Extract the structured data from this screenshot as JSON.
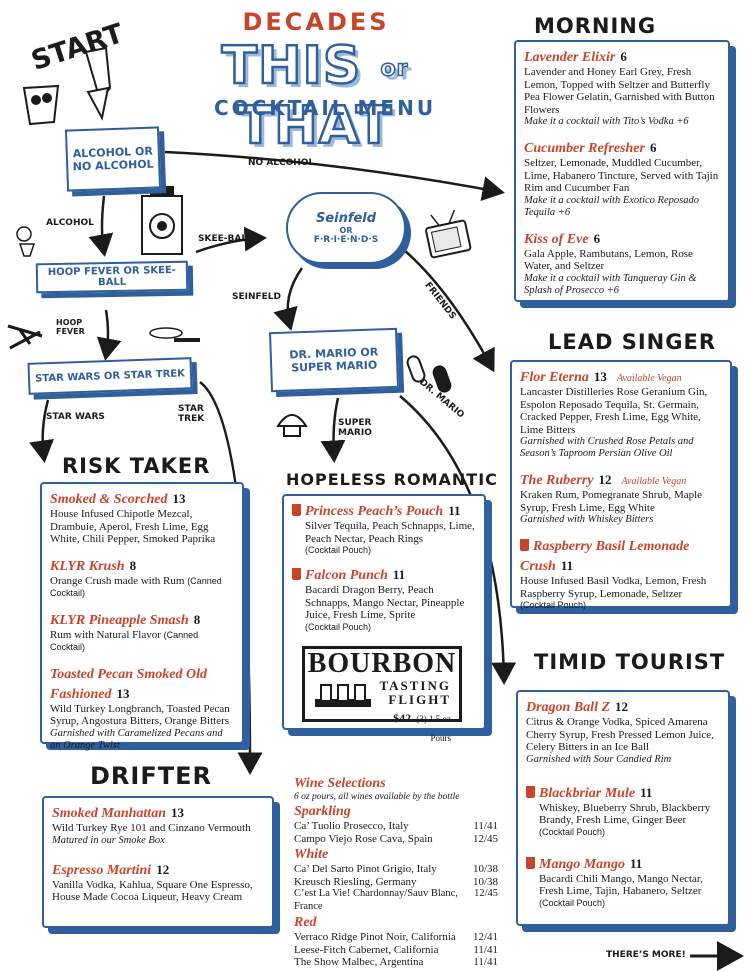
{
  "header": {
    "brand": "DECADES",
    "title_left": "THIS",
    "title_or": "or",
    "title_right": "THAT",
    "subtitle": "COCKTAIL MENU",
    "start": "START"
  },
  "flow": {
    "q1": "ALCOHOL OR NO ALCOHOL",
    "q2": "HOOP FEVER OR SKEE-BALL",
    "q3": "STAR WARS OR STAR TREK",
    "q4_line1": "Seinfeld",
    "q4_or": "OR",
    "q4_line2": "F·R·I·E·N·D·S",
    "q5": "DR. MARIO OR SUPER MARIO",
    "label_no_alcohol": "NO ALCOHOL",
    "label_alcohol": "ALCOHOL",
    "label_skee_ball": "SKEE-BALL",
    "label_hoop_fever": "HOOP FEVER",
    "label_star_wars": "STAR WARS",
    "label_star_trek": "STAR TREK",
    "label_seinfeld": "SEINFELD",
    "label_friends": "FRIENDS",
    "label_super_mario": "SUPER MARIO",
    "label_dr_mario": "DR. MARIO"
  },
  "morning": {
    "title": "MORNING PERSON",
    "items": [
      {
        "name": "Lavender Elixir",
        "price": "6",
        "desc": "Lavender and Honey Earl Grey, Fresh Lemon, Topped with Seltzer and Butterfly Pea Flower Gelatin, Garnished with Button Flowers",
        "note": "Make it a cocktail with Tito’s Vodka +6"
      },
      {
        "name": "Cucumber Refresher",
        "price": "6",
        "desc": "Seltzer, Lemonade, Muddled Cucumber, Lime, Habanero Tincture, Served with Tajin Rim and Cucumber Fan",
        "note": "Make it a cocktail with Exotico Reposado Tequila +6"
      },
      {
        "name": "Kiss of Eve",
        "price": "6",
        "desc": "Gala Apple, Rambutans, Lemon, Rose Water, and Seltzer",
        "note": "Make it a cocktail with Tanqueray Gin & Splash of Prosecco +6"
      }
    ]
  },
  "lead": {
    "title": "LEAD SINGER",
    "items": [
      {
        "name": "Flor Eterna",
        "price": "13",
        "vegan": "Available Vegan",
        "desc": "Lancaster Distilleries Rose Geranium Gin, Espolon Reposado Tequila, St. Germain, Cracked Pepper, Fresh Lime, Egg White, Lime Bitters",
        "note": "Garnished with Crushed Rose Petals and Season’s Taproom Persian Olive Oil"
      },
      {
        "name": "The Ruberry",
        "price": "12",
        "vegan": "Available Vegan",
        "desc": "Kraken Rum, Pomegranate Shrub, Maple Syrup, Fresh Lime, Egg White",
        "note": "Garnished with Whiskey Bitters"
      },
      {
        "name": "Raspberry Basil Lemonade Crush",
        "price": "11",
        "desc": "House Infused Basil Vodka, Lemon, Fresh Raspberry Syrup, Lemonade, Seltzer",
        "small": "(Cocktail Pouch)"
      }
    ]
  },
  "risk": {
    "title": "RISK TAKER",
    "items": [
      {
        "name": "Smoked & Scorched",
        "price": "13",
        "desc": "House Infused Chipotle Mezcal, Drambuie, Aperol, Fresh Lime, Egg White, Chili Pepper, Smoked Paprika"
      },
      {
        "name": "KLYR Krush",
        "price": "8",
        "desc": "Orange Crush made with Rum",
        "small": "(Canned Cocktail)"
      },
      {
        "name": "KLYR Pineapple Smash",
        "price": "8",
        "desc": "Rum with Natural Flavor",
        "small": "(Canned Cocktail)"
      },
      {
        "name": "Toasted Pecan Smoked Old Fashioned",
        "price": "13",
        "desc": "Wild Turkey Longbranch, Toasted Pecan Syrup, Angostura Bitters, Orange Bitters",
        "note": "Garnished with Caramelized Pecans and an Orange Twist"
      }
    ]
  },
  "hopeless": {
    "title": "HOPELESS ROMANTIC",
    "items": [
      {
        "name": "Princess Peach’s Pouch",
        "price": "11",
        "desc": "Silver Tequila, Peach Schnapps, Lime, Peach Nectar, Peach Rings",
        "small": "(Cocktail Pouch)"
      },
      {
        "name": "Falcon Punch",
        "price": "11",
        "desc": "Bacardi Dragon Berry, Peach Schnapps, Mango Nectar, Pineapple Juice, Fresh Lime, Sprite",
        "small": "(Cocktail Pouch)"
      }
    ]
  },
  "bourbon": {
    "title": "BOURBON",
    "sub1": "TASTING",
    "sub2": "FLIGHT",
    "price": "$42",
    "pours": "(3) 1.5 oz Pours"
  },
  "timid": {
    "title": "TIMID TOURIST",
    "items": [
      {
        "name": "Dragon Ball Z",
        "price": "12",
        "desc": "Citrus & Orange Vodka, Spiced Amarena Cherry Syrup, Fresh Pressed Lemon Juice, Celery Bitters in an Ice Ball",
        "note": "Garnished with Sour Candied Rim"
      },
      {
        "name": "Blackbriar Mule",
        "price": "11",
        "desc": "Whiskey, Blueberry Shrub, Blackberry Brandy, Fresh Lime, Ginger Beer",
        "small": "(Cocktail Pouch)"
      },
      {
        "name": "Mango Mango",
        "price": "11",
        "desc": "Bacardi Chili Mango, Mango Nectar, Fresh Lime, Tajin, Habanero, Seltzer",
        "small": "(Cocktail Pouch)"
      }
    ]
  },
  "drifter": {
    "title": "DRIFTER",
    "items": [
      {
        "name": "Smoked Manhattan",
        "price": "13",
        "desc": "Wild Turkey Rye 101 and Cinzano Vermouth",
        "note": "Matured in our Smoke Box"
      },
      {
        "name": "Espresso Martini",
        "price": "12",
        "desc": "Vanilla Vodka, Kahlua, Square One Espresso, House Made Cocoa Liqueur, Heavy Cream"
      }
    ]
  },
  "wine": {
    "title": "Wine Selections",
    "note": "6 oz pours, all wines available by the bottle",
    "sections": [
      {
        "name": "Sparkling",
        "rows": [
          {
            "label": "Ca’ Tuolio Prosecco, Italy",
            "price": "11/41"
          },
          {
            "label": "Campo Viejo Rose Cava, Spain",
            "price": "12/45"
          }
        ]
      },
      {
        "name": "White",
        "rows": [
          {
            "label": "Ca’ Del Sarto Pinot Grigio, Italy",
            "price": "10/38"
          },
          {
            "label": "Kreusch Riesling, Germany",
            "price": "10/38"
          },
          {
            "label": "C’est La Vie! Chardonnay/Sauv Blanc, France",
            "price": "12/45"
          }
        ]
      },
      {
        "name": "Red",
        "rows": [
          {
            "label": "Verraco Ridge Pinot Noir, California",
            "price": "12/41"
          },
          {
            "label": "Leese-Fitch Cabernet, California",
            "price": "11/41"
          },
          {
            "label": "The Show Malbec, Argentina",
            "price": "11/41"
          }
        ]
      }
    ]
  },
  "footer": {
    "more": "THERE’S MORE!"
  },
  "colors": {
    "accent_red": "#c8452c",
    "accent_blue": "#2f5f9c"
  }
}
